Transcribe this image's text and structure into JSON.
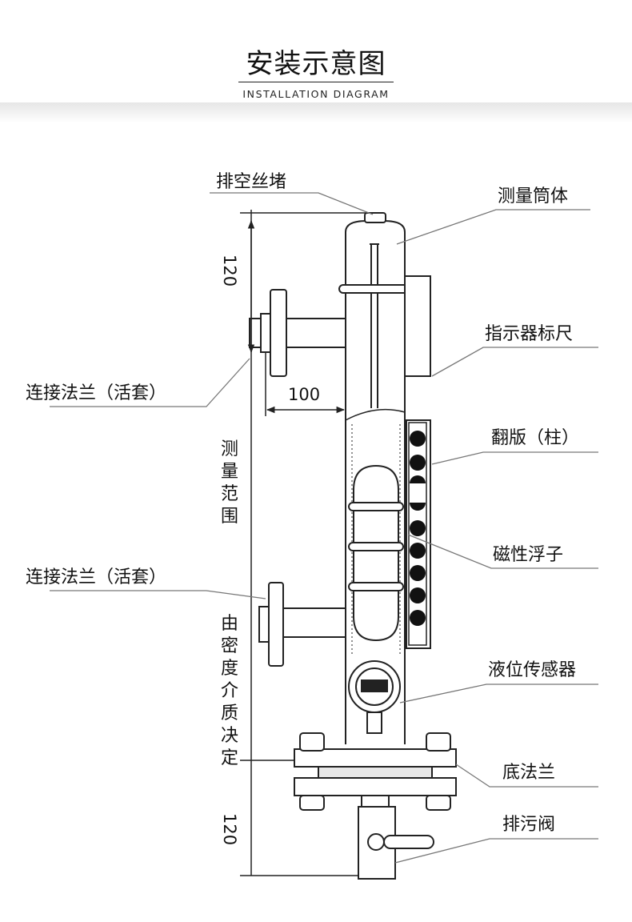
{
  "header": {
    "title_cn": "安装示意图",
    "title_en": "INSTALLATION DIAGRAM"
  },
  "labels": {
    "vent_plug": "排空丝堵",
    "measure_tube": "测量筒体",
    "indicator_scale": "指示器标尺",
    "flange_top": "连接法兰（活套）",
    "flap_column": "翻版（柱）",
    "magnetic_float": "磁性浮子",
    "flange_side": "连接法兰（活套）",
    "level_sensor": "液位传感器",
    "bottom_flange": "底法兰",
    "drain_valve": "排污阀"
  },
  "dimensions": {
    "top_gap": "120",
    "flange_length": "100",
    "measure_range_chars": [
      "测",
      "量",
      "范",
      "围"
    ],
    "density_note_chars": [
      "由",
      "密",
      "度",
      "介",
      "质",
      "决",
      "定"
    ],
    "bottom_gap": "120"
  },
  "colors": {
    "line": "#222222",
    "leader": "#555555",
    "float_fill": "#111111"
  }
}
